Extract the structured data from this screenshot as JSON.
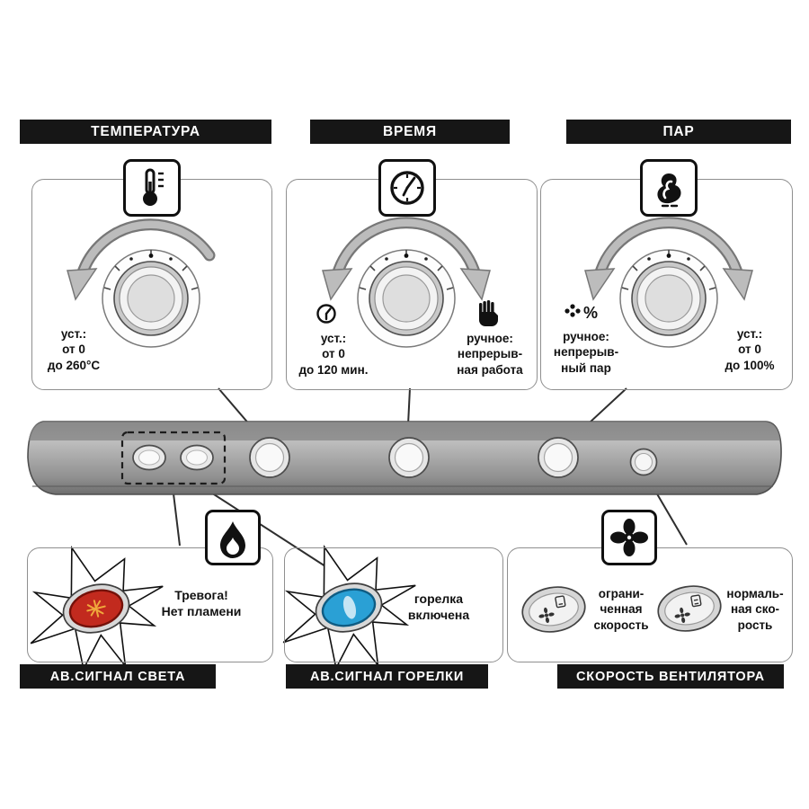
{
  "sections": {
    "temperature": {
      "label": "ТЕМПЕРАТУРА",
      "set_text": "уст.:\nот 0\nдо 260°C"
    },
    "time": {
      "label": "ВРЕМЯ",
      "set_text": "уст.:\nот 0\nдо 120 мин.",
      "manual_text": "ручное:\nнепрерыв-\nная работа"
    },
    "steam": {
      "label": "ПАР",
      "manual_text": "ручное:\nнепрерыв-\nный пар",
      "set_text": "уст.:\nот 0\nдо 100%",
      "percent_glyph": "%"
    },
    "light_alarm": {
      "label": "АВ.СИГНАЛ СВЕТА",
      "text": "Тревога!\nНет пламени"
    },
    "burner_alarm": {
      "label": "АВ.СИГНАЛ ГОРЕЛКИ",
      "text": "горелка\nвключена"
    },
    "fan_speed": {
      "label": "СКОРОСТЬ ВЕНТИЛЯТОРА",
      "limited_text": "ограни-\nченная\nскорость",
      "normal_text": "нормаль-\nная ско-\nрость"
    }
  },
  "icons": {
    "thermometer": "thermometer-icon",
    "clock": "clock-icon",
    "steam": "steam-puff-icon",
    "timer": "small-clock-icon",
    "hand": "manual-hand-icon",
    "drops_percent": "steam-drops-percent-icon",
    "flame": "flame-icon",
    "fan": "fan-icon"
  },
  "colors": {
    "label_bg": "#161616",
    "label_text": "#ffffff",
    "alarm_red": "#c22a1e",
    "indicator_blue": "#2aa0d5",
    "panel_border": "#8f8f8f",
    "strip_gray": "#9e9e9e",
    "arrow_gray": "#bcbcbc"
  }
}
